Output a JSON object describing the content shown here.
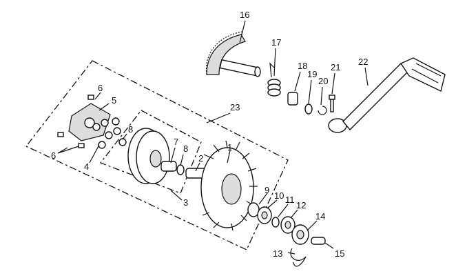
{
  "diagram": {
    "callouts": [
      "1",
      "2",
      "3",
      "4",
      "5",
      "6",
      "6",
      "7",
      "8",
      "8",
      "9",
      "10",
      "11",
      "12",
      "13",
      "14",
      "15",
      "16",
      "17",
      "18",
      "19",
      "20",
      "21",
      "22",
      "23"
    ]
  }
}
